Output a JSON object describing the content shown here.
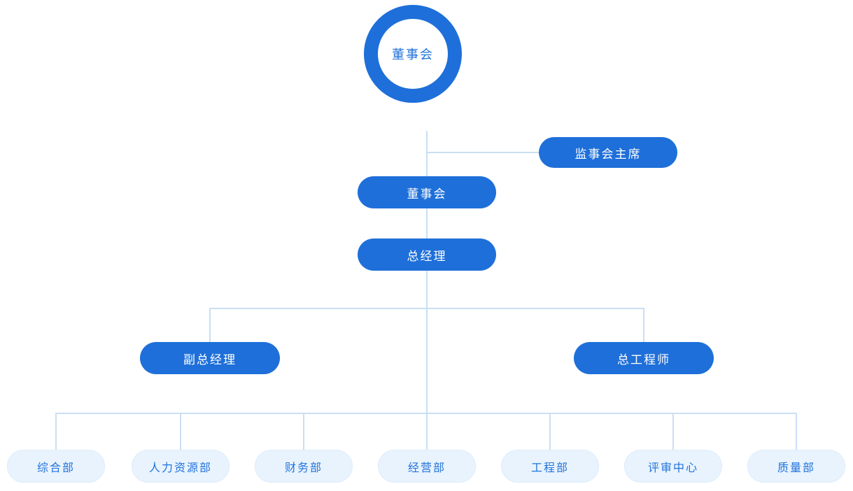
{
  "colors": {
    "primary_blue": "#1e6fd9",
    "node_text_on_blue": "#ffffff",
    "light_node_bg": "#e8f3fd",
    "light_node_text": "#2273dc",
    "connector_line": "#c9dff4"
  },
  "org_chart": {
    "root": {
      "label": "董事会",
      "shape": "circle-ring"
    },
    "supervisory_chair": {
      "label": "监事会主席"
    },
    "board": {
      "label": "董事会"
    },
    "general_manager": {
      "label": "总经理"
    },
    "level4": [
      {
        "label": "副总经理"
      },
      {
        "label": "总工程师"
      }
    ],
    "departments": [
      {
        "label": "综合部"
      },
      {
        "label": "人力资源部"
      },
      {
        "label": "财务部"
      },
      {
        "label": "经营部"
      },
      {
        "label": "工程部"
      },
      {
        "label": "评审中心"
      },
      {
        "label": "质量部"
      }
    ]
  }
}
